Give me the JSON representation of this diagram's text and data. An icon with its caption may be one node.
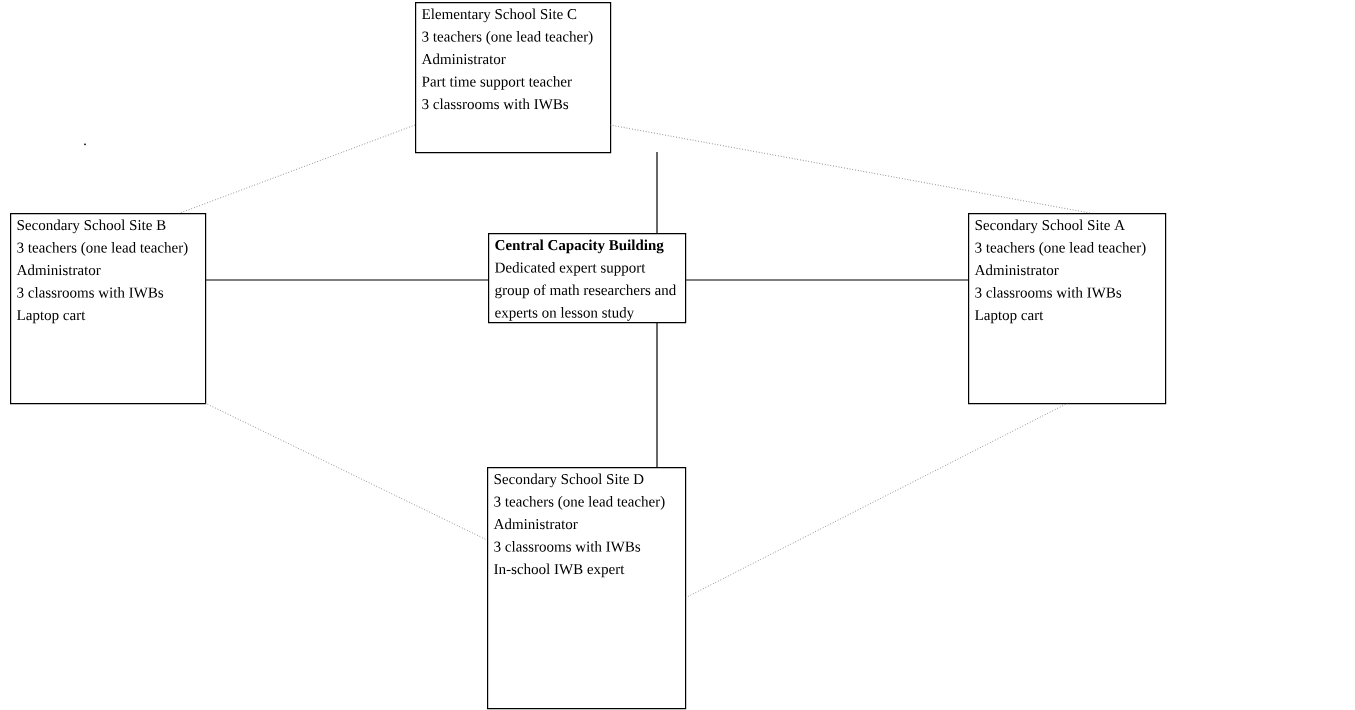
{
  "diagram": {
    "nodes": [
      {
        "text": [
          "Elementary School Site C",
          "3 teachers (one lead teacher)",
          "Administrator",
          "Part time support teacher",
          "3 classrooms with IWBs"
        ]
      },
      {
        "text": [
          "Secondary School Site B",
          "3 teachers (one lead teacher)",
          "Administrator",
          "3 classrooms with IWBs",
          "Laptop cart"
        ]
      },
      {
        "text": [
          "Central Capacity Building",
          "Dedicated expert support group of math researchers and experts on lesson study"
        ]
      },
      {
        "text": [
          "Secondary School Site A",
          "3 teachers (one lead teacher)",
          "Administrator",
          "3 classrooms with IWBs",
          "Laptop cart"
        ]
      },
      {
        "text": [
          "Secondary School Site D",
          "3 teachers (one lead teacher)",
          "Administrator",
          "3 classrooms with IWBs",
          "In-school IWB expert"
        ]
      }
    ],
    "edges": [
      {
        "from": 0,
        "to": 2,
        "arrow": "none"
      },
      {
        "from": 1,
        "to": 2,
        "arrow": "none"
      },
      {
        "from": 2,
        "to": 3,
        "arrow": "none"
      },
      {
        "from": 2,
        "to": 4,
        "arrow": "none"
      },
      {
        "from": 0,
        "to": 1,
        "arrow": "none",
        "style": "dashed"
      },
      {
        "from": 0,
        "to": 3,
        "arrow": "none",
        "style": "dashed"
      },
      {
        "from": 1,
        "to": 4,
        "arrow": "none",
        "style": "dashed"
      },
      {
        "from": 3,
        "to": 4,
        "arrow": "none",
        "style": "dashed"
      }
    ],
    "labels": [
      "."
    ]
  }
}
